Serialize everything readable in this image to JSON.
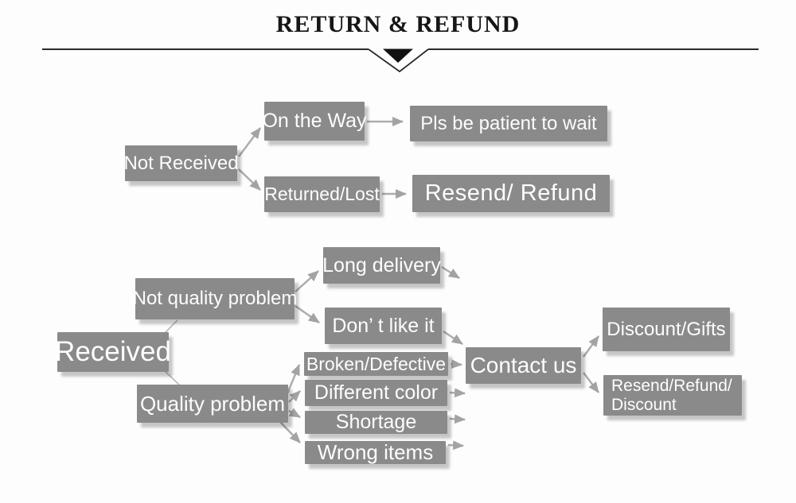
{
  "title": "RETURN & REFUND",
  "colors": {
    "box_fill": "#8a8a8a",
    "box_text": "#fdfdfd",
    "arrow": "#a6a6a6",
    "thin_line": "#bdbdbd",
    "title_text": "#161616",
    "divider_line": "#2a2a2a",
    "background": "#fdfdfd"
  },
  "nodes": {
    "not_received": "Not Received",
    "on_the_way": "On the Way",
    "pls_be_patient": "Pls be patient to wait",
    "returned_lost": "Returned/Lost",
    "resend_refund": "Resend/ Refund",
    "received": "Received",
    "not_quality_problem": "Not quality problem",
    "long_delivery": "Long delivery",
    "dont_like_it": "Don’ t like it",
    "quality_problem": "Quality problem",
    "broken_defective": "Broken/Defective",
    "different_color": "Different color",
    "shortage": "Shortage",
    "wrong_items": "Wrong items",
    "contact_us": "Contact us",
    "discount_gifts": "Discount/Gifts",
    "resend_refund_discount": {
      "line1": "Resend/Refund/",
      "line2": "Discount"
    }
  },
  "edges": [
    {
      "from": "not_received",
      "to": "on_the_way",
      "arrowhead": true
    },
    {
      "from": "not_received",
      "to": "returned_lost",
      "arrowhead": true
    },
    {
      "from": "on_the_way",
      "to": "pls_be_patient",
      "arrowhead": true
    },
    {
      "from": "returned_lost",
      "to": "resend_refund",
      "arrowhead": true
    },
    {
      "from": "received",
      "to": "not_quality_problem",
      "arrowhead": false
    },
    {
      "from": "received",
      "to": "quality_problem",
      "arrowhead": false
    },
    {
      "from": "not_quality_problem",
      "to": "long_delivery",
      "arrowhead": true
    },
    {
      "from": "not_quality_problem",
      "to": "dont_like_it",
      "arrowhead": true
    },
    {
      "from": "long_delivery",
      "to": "contact_us",
      "arrowhead": true
    },
    {
      "from": "dont_like_it",
      "to": "contact_us",
      "arrowhead": true
    },
    {
      "from": "quality_problem",
      "to": "broken_defective",
      "arrowhead": true
    },
    {
      "from": "quality_problem",
      "to": "different_color",
      "arrowhead": true
    },
    {
      "from": "quality_problem",
      "to": "shortage",
      "arrowhead": true
    },
    {
      "from": "quality_problem",
      "to": "wrong_items",
      "arrowhead": true
    },
    {
      "from": "broken_defective",
      "to": "contact_us",
      "arrowhead": true
    },
    {
      "from": "different_color",
      "to": "contact_us",
      "arrowhead": true
    },
    {
      "from": "shortage",
      "to": "contact_us",
      "arrowhead": true
    },
    {
      "from": "wrong_items",
      "to": "contact_us",
      "arrowhead": true
    },
    {
      "from": "contact_us",
      "to": "discount_gifts",
      "arrowhead": true
    },
    {
      "from": "contact_us",
      "to": "resend_refund_discount",
      "arrowhead": true
    }
  ]
}
